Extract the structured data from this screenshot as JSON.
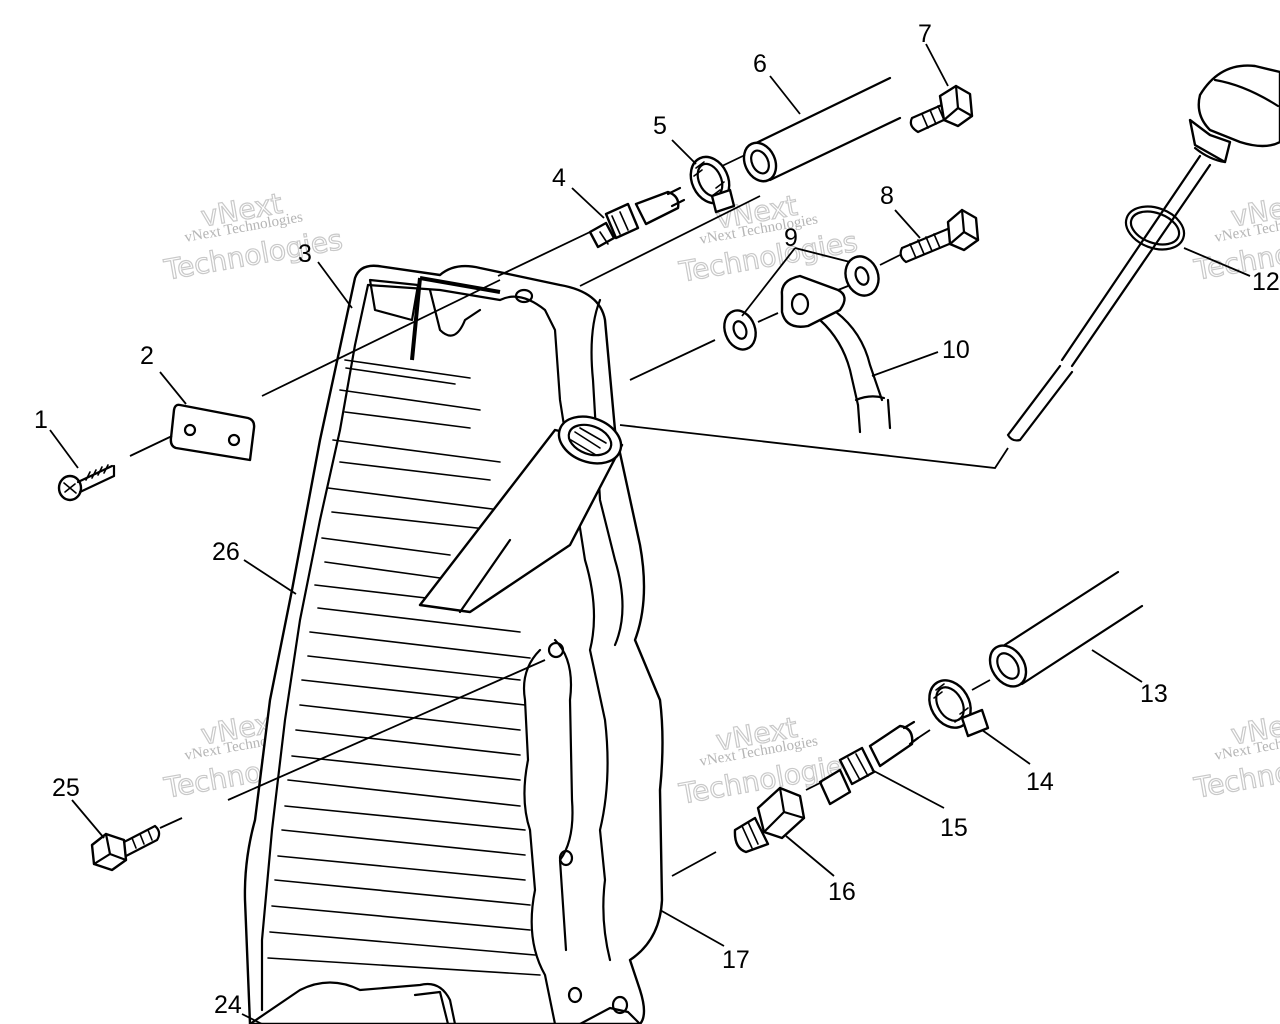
{
  "callouts": [
    {
      "id": "1",
      "label": "1"
    },
    {
      "id": "2",
      "label": "2"
    },
    {
      "id": "3",
      "label": "3"
    },
    {
      "id": "4",
      "label": "4"
    },
    {
      "id": "5",
      "label": "5"
    },
    {
      "id": "6",
      "label": "6"
    },
    {
      "id": "7",
      "label": "7"
    },
    {
      "id": "8",
      "label": "8"
    },
    {
      "id": "9",
      "label": "9"
    },
    {
      "id": "10",
      "label": "10"
    },
    {
      "id": "12",
      "label": "12"
    },
    {
      "id": "13",
      "label": "13"
    },
    {
      "id": "14",
      "label": "14"
    },
    {
      "id": "15",
      "label": "15"
    },
    {
      "id": "16",
      "label": "16"
    },
    {
      "id": "17",
      "label": "17"
    },
    {
      "id": "24",
      "label": "24"
    },
    {
      "id": "25",
      "label": "25"
    },
    {
      "id": "26",
      "label": "26"
    }
  ],
  "watermark": {
    "brand": "vNext",
    "company": "vNext Technologies",
    "word": "Technologies"
  }
}
